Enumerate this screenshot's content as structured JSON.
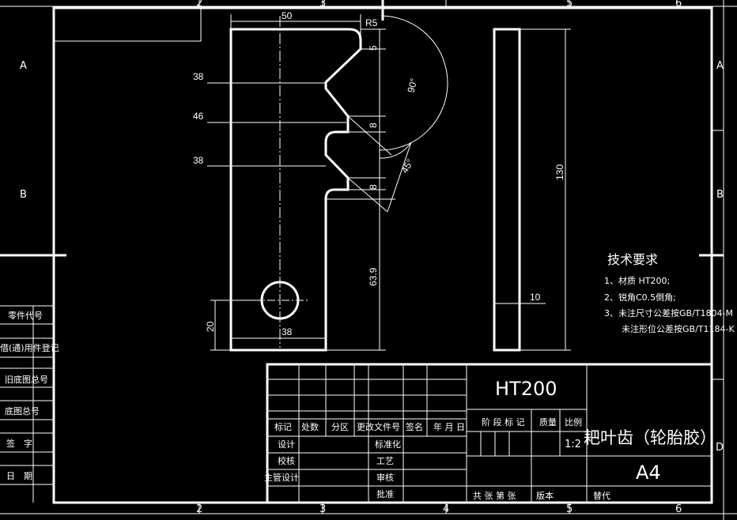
{
  "zone_numbers": {
    "n2": "2",
    "n3": "3",
    "n4": "4",
    "n5": "5",
    "n6": "6"
  },
  "zone_letters": {
    "a": "A",
    "b": "B",
    "d": "D"
  },
  "left_strip": {
    "part_code": "零件代号",
    "common_use": "借(通)用件登记",
    "old_drawing": "旧底图总号",
    "base_drawing": "底图总号",
    "signature": "签　字",
    "date": "日　期"
  },
  "dimensions": {
    "d50": "50",
    "r5": "R5",
    "d5": "5",
    "a90": "90°",
    "d38a": "38",
    "d46": "46",
    "d8a": "8",
    "d38b": "38",
    "a45": "45°",
    "d8b": "8",
    "d639": "63.9",
    "d20": "20",
    "d38c": "38",
    "d130": "130",
    "d10": "10"
  },
  "tech": {
    "title": "技术要求",
    "line1": "1、材质 HT200;",
    "line2": "2、锐角C0.5倒角;",
    "line3": "3、未注尺寸公差按GB/T1804-M",
    "line4": "未注形位公差按GB/T1184-K"
  },
  "title_block": {
    "material": "HT200",
    "name": "耙叶齿（轮胎胶）",
    "size": "A4",
    "scale": "1:2",
    "rev_mark": "标记",
    "rev_count": "处数",
    "rev_zone": "分区",
    "rev_doc": "更改文件号",
    "rev_sign": "签名",
    "rev_date": "年 月 日",
    "design": "设计",
    "check": "校核",
    "chief": "主管设计",
    "standard": "标准化",
    "process": "工艺",
    "review": "审核",
    "approve": "批准",
    "stage": "阶 段 标 记",
    "mass": "质量",
    "ratio": "比例",
    "sheets": "共 张 第 张",
    "version": "版本",
    "replace": "替代"
  }
}
